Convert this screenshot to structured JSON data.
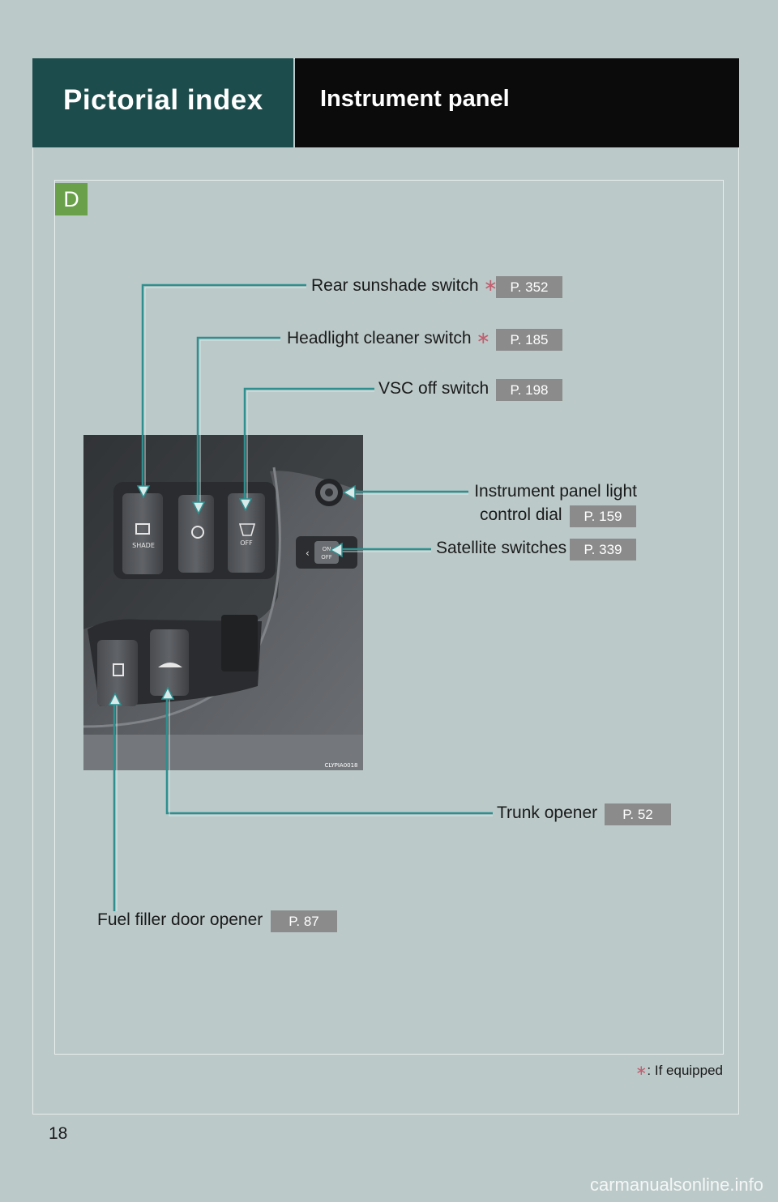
{
  "header": {
    "section": "Pictorial index",
    "title": "Instrument panel"
  },
  "badge": "D",
  "callouts": {
    "rear_sunshade": {
      "label": "Rear sunshade switch",
      "asterisk": "∗",
      "ref": "P. 352"
    },
    "headlight_cleaner": {
      "label": "Headlight cleaner switch",
      "asterisk": "∗",
      "ref": "P. 185"
    },
    "vsc_off": {
      "label": "VSC off switch",
      "ref": "P. 198"
    },
    "panel_light": {
      "label_line1": "Instrument panel light",
      "label_line2": "control dial",
      "ref": "P. 159"
    },
    "satellite": {
      "label": "Satellite switches",
      "ref": "P. 339"
    },
    "trunk": {
      "label": "Trunk opener",
      "ref": "P. 52"
    },
    "fuel": {
      "label": "Fuel filler door opener",
      "ref": "P. 87"
    }
  },
  "photo": {
    "switch_labels": [
      "SHADE",
      "OFF"
    ],
    "dial_label_on": "ON",
    "dial_label_off": "OFF",
    "code": "CLYPIA0018"
  },
  "footnote": {
    "asterisk": "∗",
    "text": ": If equipped"
  },
  "page_number": "18",
  "watermark": "carmanualsonline.info",
  "colors": {
    "background": "#bcc9c9",
    "header_left": "#1d4c4c",
    "header_right": "#0b0b0b",
    "badge": "#6aa04a",
    "ref_box": "#8b8b8b",
    "leader_line": "#2f8f8f",
    "asterisk": "#c06070"
  }
}
